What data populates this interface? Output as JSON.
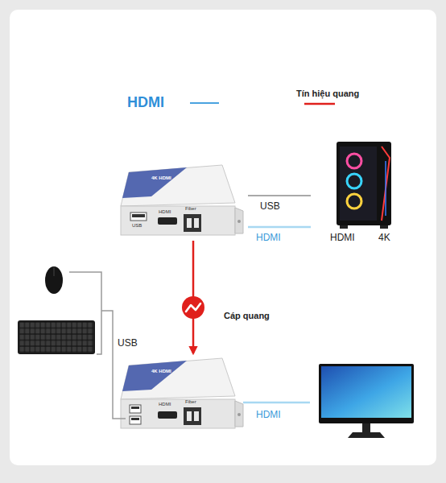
{
  "diagram": {
    "nodes": [
      {
        "text": [
          "4K HDMI",
          "USB",
          "HDMI",
          "Fiber"
        ]
      },
      {
        "text": [
          "HDMI",
          "4K"
        ]
      },
      {
        "text": [
          "4K HDMI",
          "HDMI",
          "Fiber"
        ]
      }
    ],
    "edges": [
      {
        "from": 0,
        "to": 1,
        "label": "USB",
        "arrow": "none"
      },
      {
        "from": 0,
        "to": 1,
        "label": "HDMI",
        "arrow": "none"
      },
      {
        "from": 0,
        "to": 2,
        "label": "Cáp quang",
        "arrow": "to"
      }
    ],
    "labels": [
      "USB",
      "HDMI"
    ],
    "legend": [
      {
        "text": "HDMI"
      },
      {
        "text": "Tín hiệu quang"
      }
    ]
  }
}
